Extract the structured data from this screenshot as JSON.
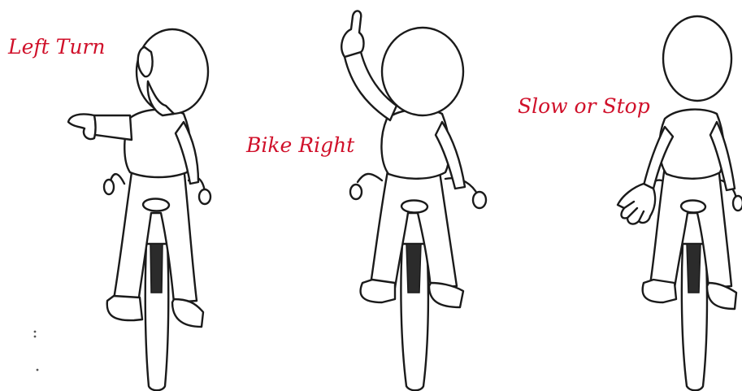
{
  "labels": {
    "left_turn": "Left Turn",
    "bike_right": "Bike Right",
    "slow_or_stop": "Slow or Stop"
  },
  "colors": {
    "label_color": "#d0102a",
    "ink": "#1a1a1a",
    "background": "#ffffff"
  }
}
